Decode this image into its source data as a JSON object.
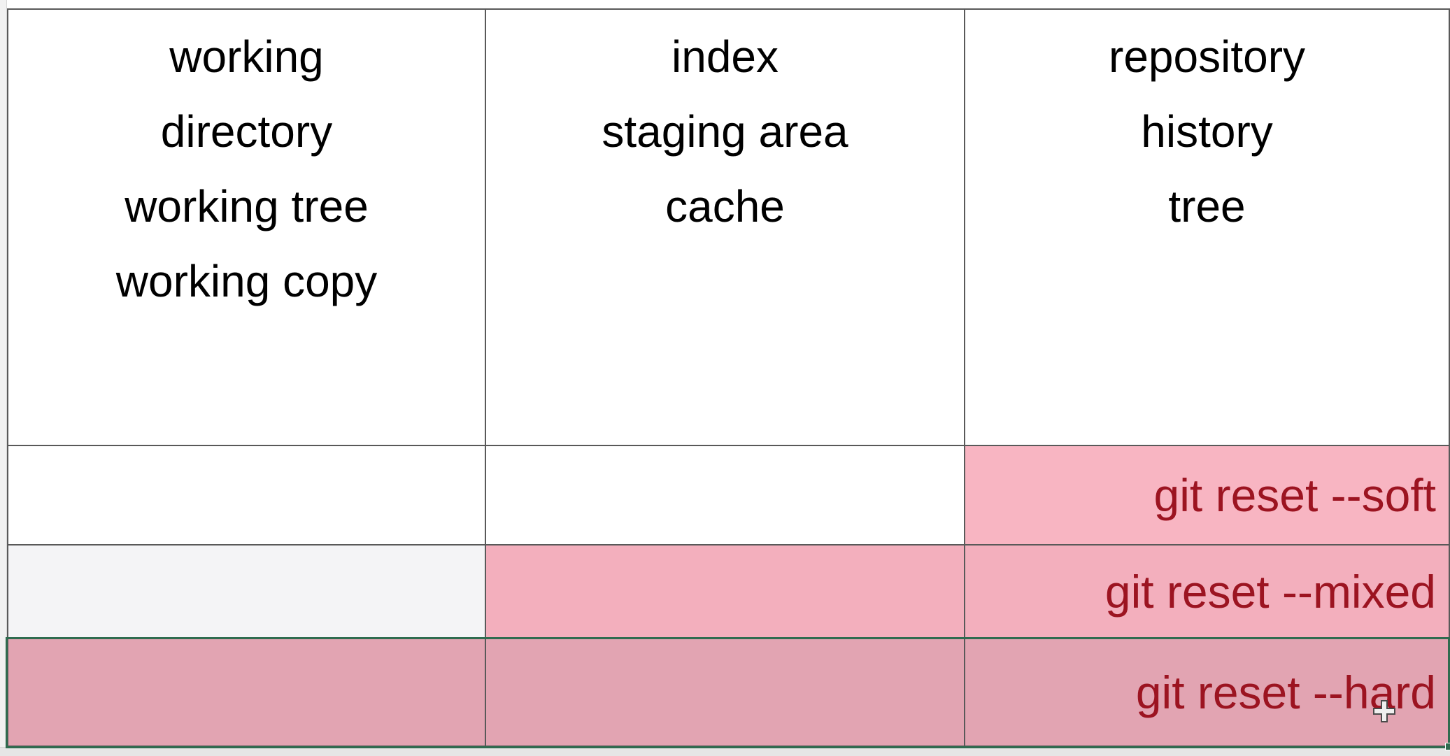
{
  "app": {
    "kind": "spreadsheet",
    "selection_border_color": "#2f6b4f"
  },
  "table": {
    "columns": [
      {
        "id": "working-directory",
        "lines": [
          "working",
          "directory",
          "working tree",
          "working copy"
        ]
      },
      {
        "id": "index",
        "lines": [
          "index",
          "staging area",
          "cache",
          ""
        ]
      },
      {
        "id": "repository",
        "lines": [
          "repository",
          "history",
          "tree",
          ""
        ]
      }
    ],
    "command_rows": [
      {
        "id": "soft",
        "label": "git reset --soft",
        "scope": [
          "repository"
        ],
        "fills": {
          "working-directory": "#ffffff",
          "index": "#ffffff",
          "repository": "#f8b5c2"
        }
      },
      {
        "id": "mixed",
        "label": "git reset --mixed",
        "scope": [
          "index",
          "repository"
        ],
        "fills": {
          "working-directory": "#f4f4f6",
          "index": "#f3afbd",
          "repository": "#f3afbd"
        }
      },
      {
        "id": "hard",
        "label": "git reset --hard",
        "scope": [
          "working-directory",
          "index",
          "repository"
        ],
        "fills": {
          "working-directory": "#e2a4b2",
          "index": "#e2a4b2",
          "repository": "#e2a4b2"
        },
        "selected": true
      }
    ],
    "command_text_color": "#9c1421",
    "header_text_color": "#000000"
  }
}
